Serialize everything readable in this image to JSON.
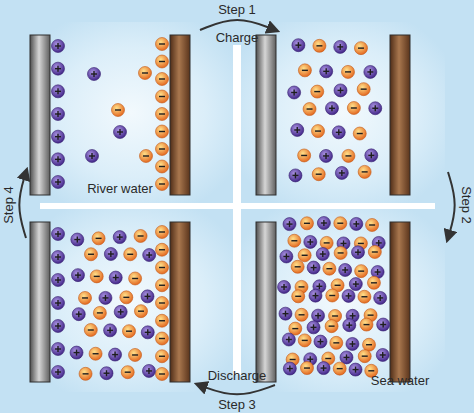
{
  "diagram": {
    "nodes": [
      {
        "text": [
          "River water"
        ]
      },
      {
        "text": [
          "Sea water"
        ]
      }
    ],
    "labels": [
      "Step 1",
      "Charge",
      "Step 2",
      "Step 3",
      "Discharge",
      "Step 4"
    ]
  }
}
